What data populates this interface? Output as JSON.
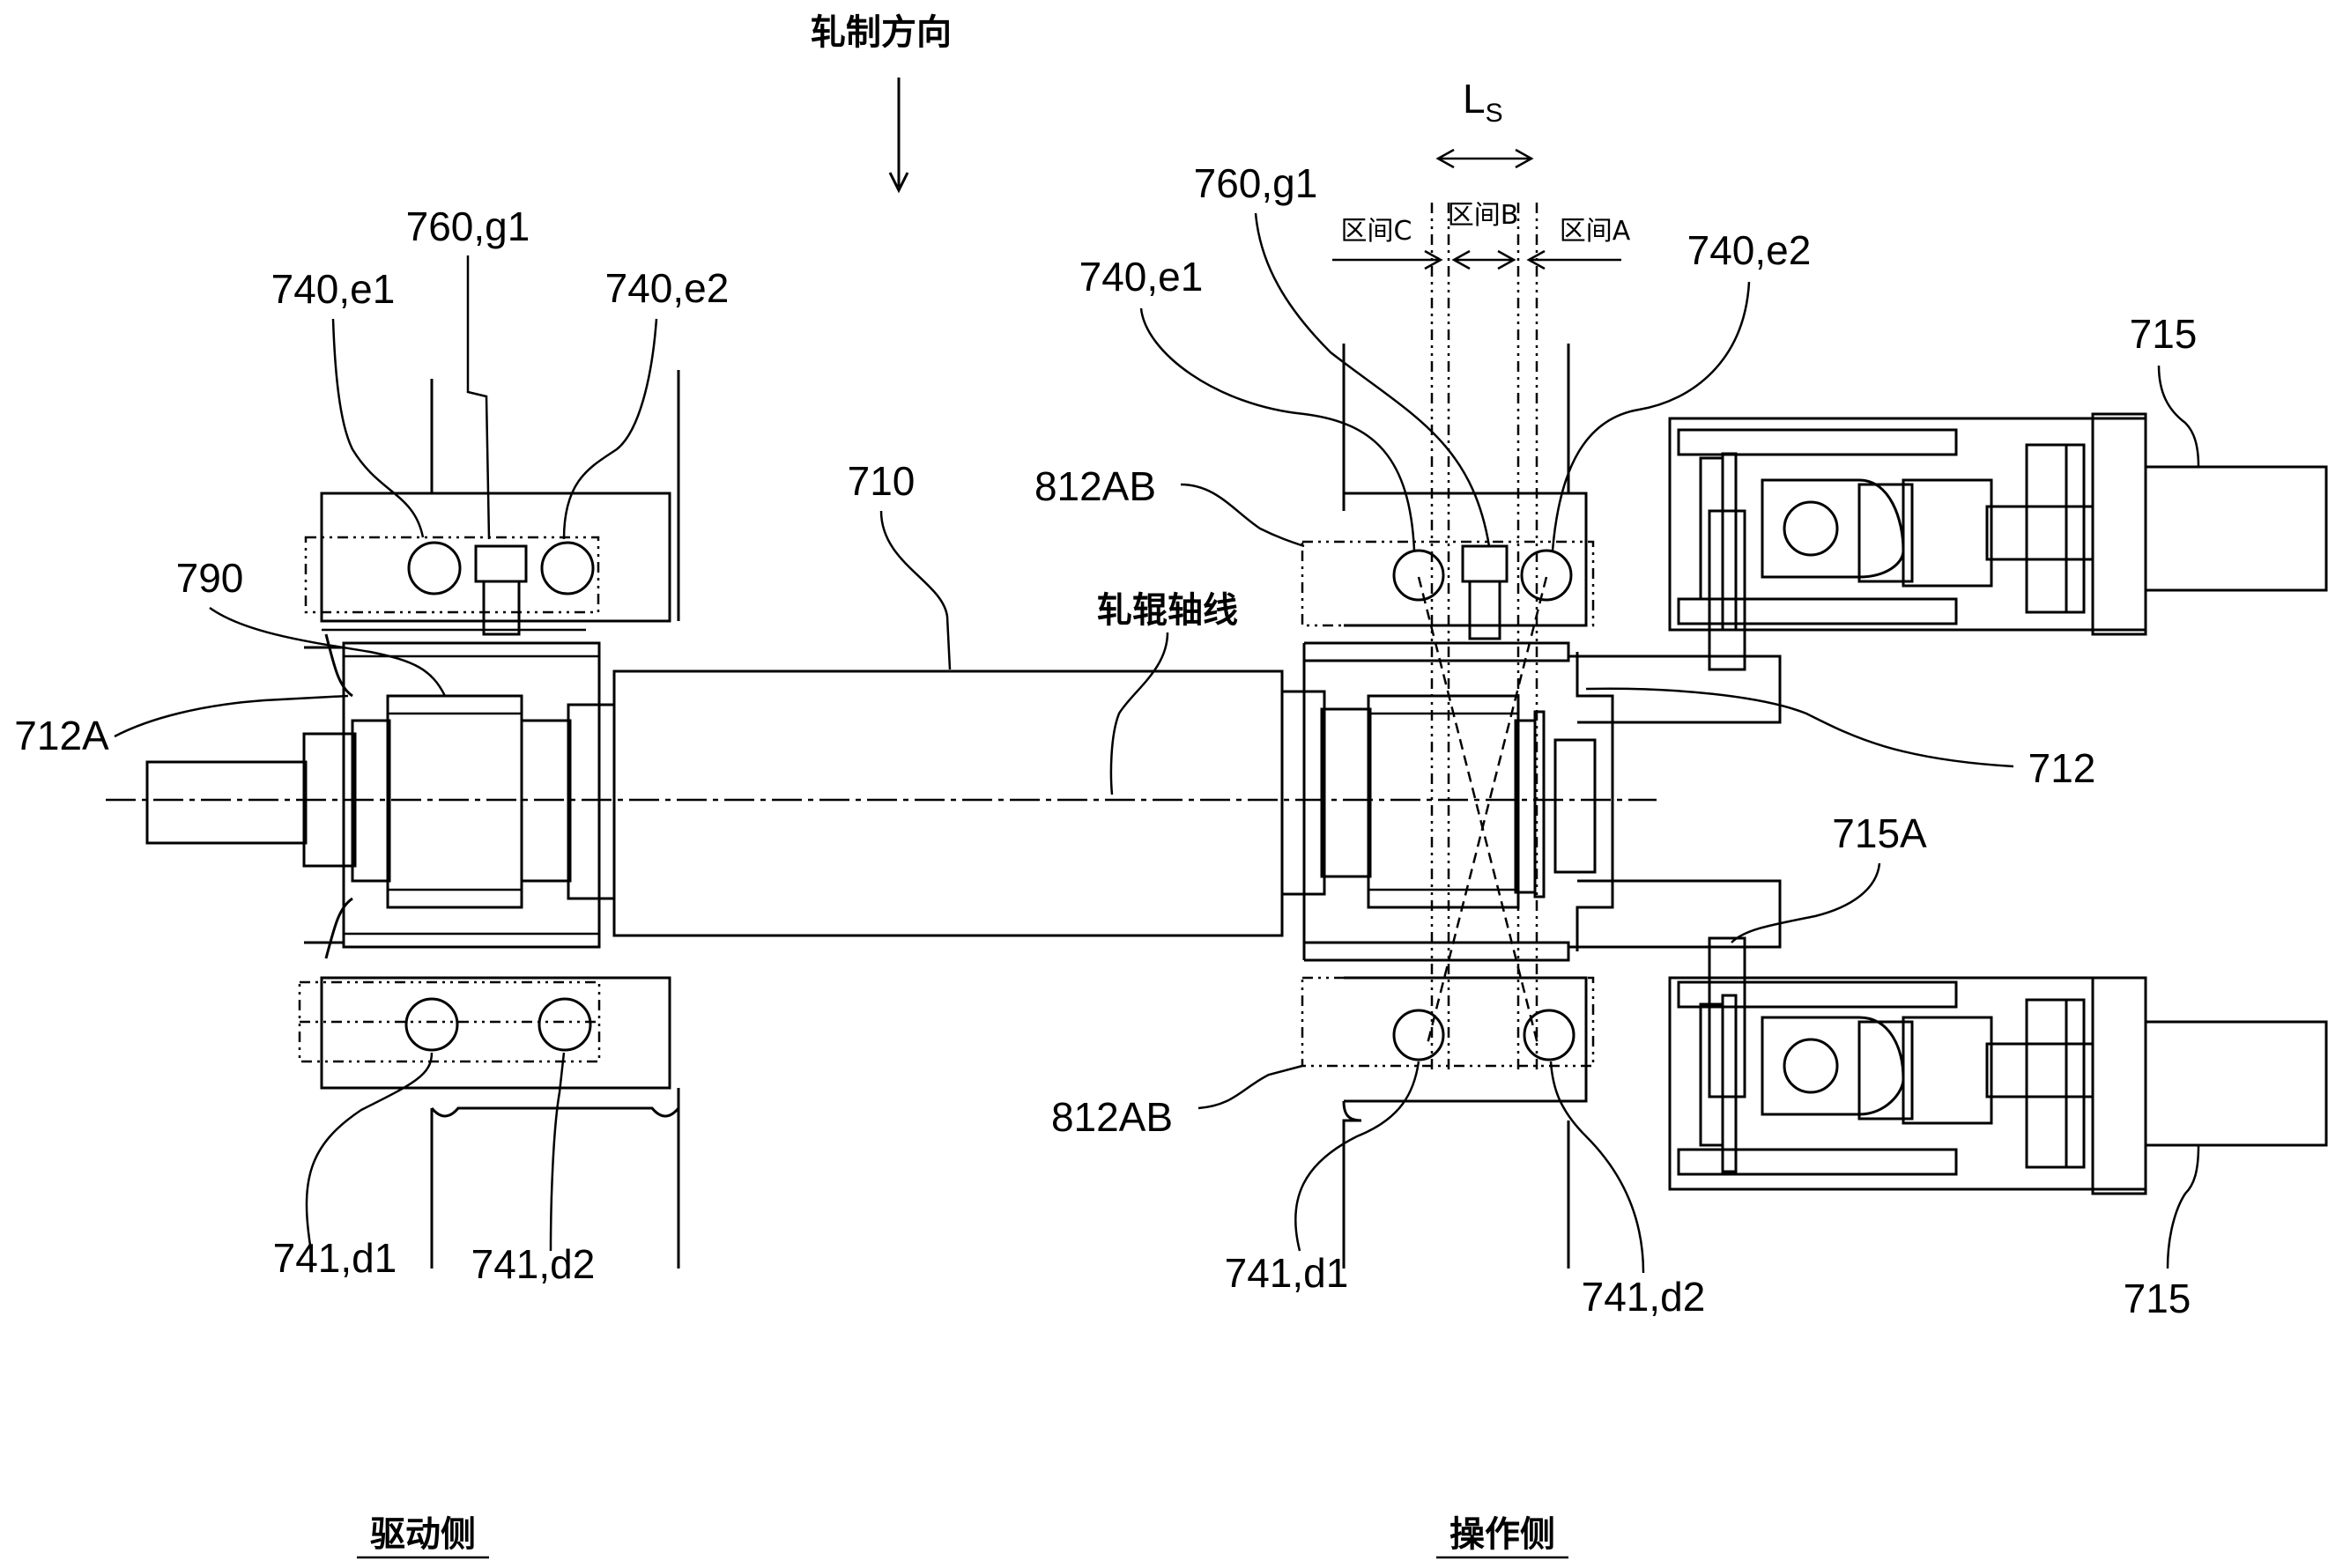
{
  "labels": {
    "rolling_direction": "轧制方向",
    "roll_axis": "轧辊轴线",
    "drive_side": "驱动侧",
    "operation_side": "操作侧",
    "roll": "710",
    "bearing_left": "790",
    "chock_left": "712A",
    "chock_right": "712",
    "cylinder_top": "715",
    "cylinder_bottom": "715",
    "cylinder_rod": "715A",
    "frame_top": "812AB",
    "frame_bottom": "812AB",
    "left_e1": "740,e1",
    "left_g1": "760,g1",
    "left_e2": "740,e2",
    "left_d1": "741,d1",
    "left_d2": "741,d2",
    "right_e1": "740,e1",
    "right_g1": "760,g1",
    "right_e2": "740,e2",
    "right_d1": "741,d1",
    "right_d2": "741,d2",
    "ls_main": "L",
    "ls_sub": "S",
    "section_c": "区间C",
    "section_b": "区间B",
    "section_a": "区间A"
  }
}
